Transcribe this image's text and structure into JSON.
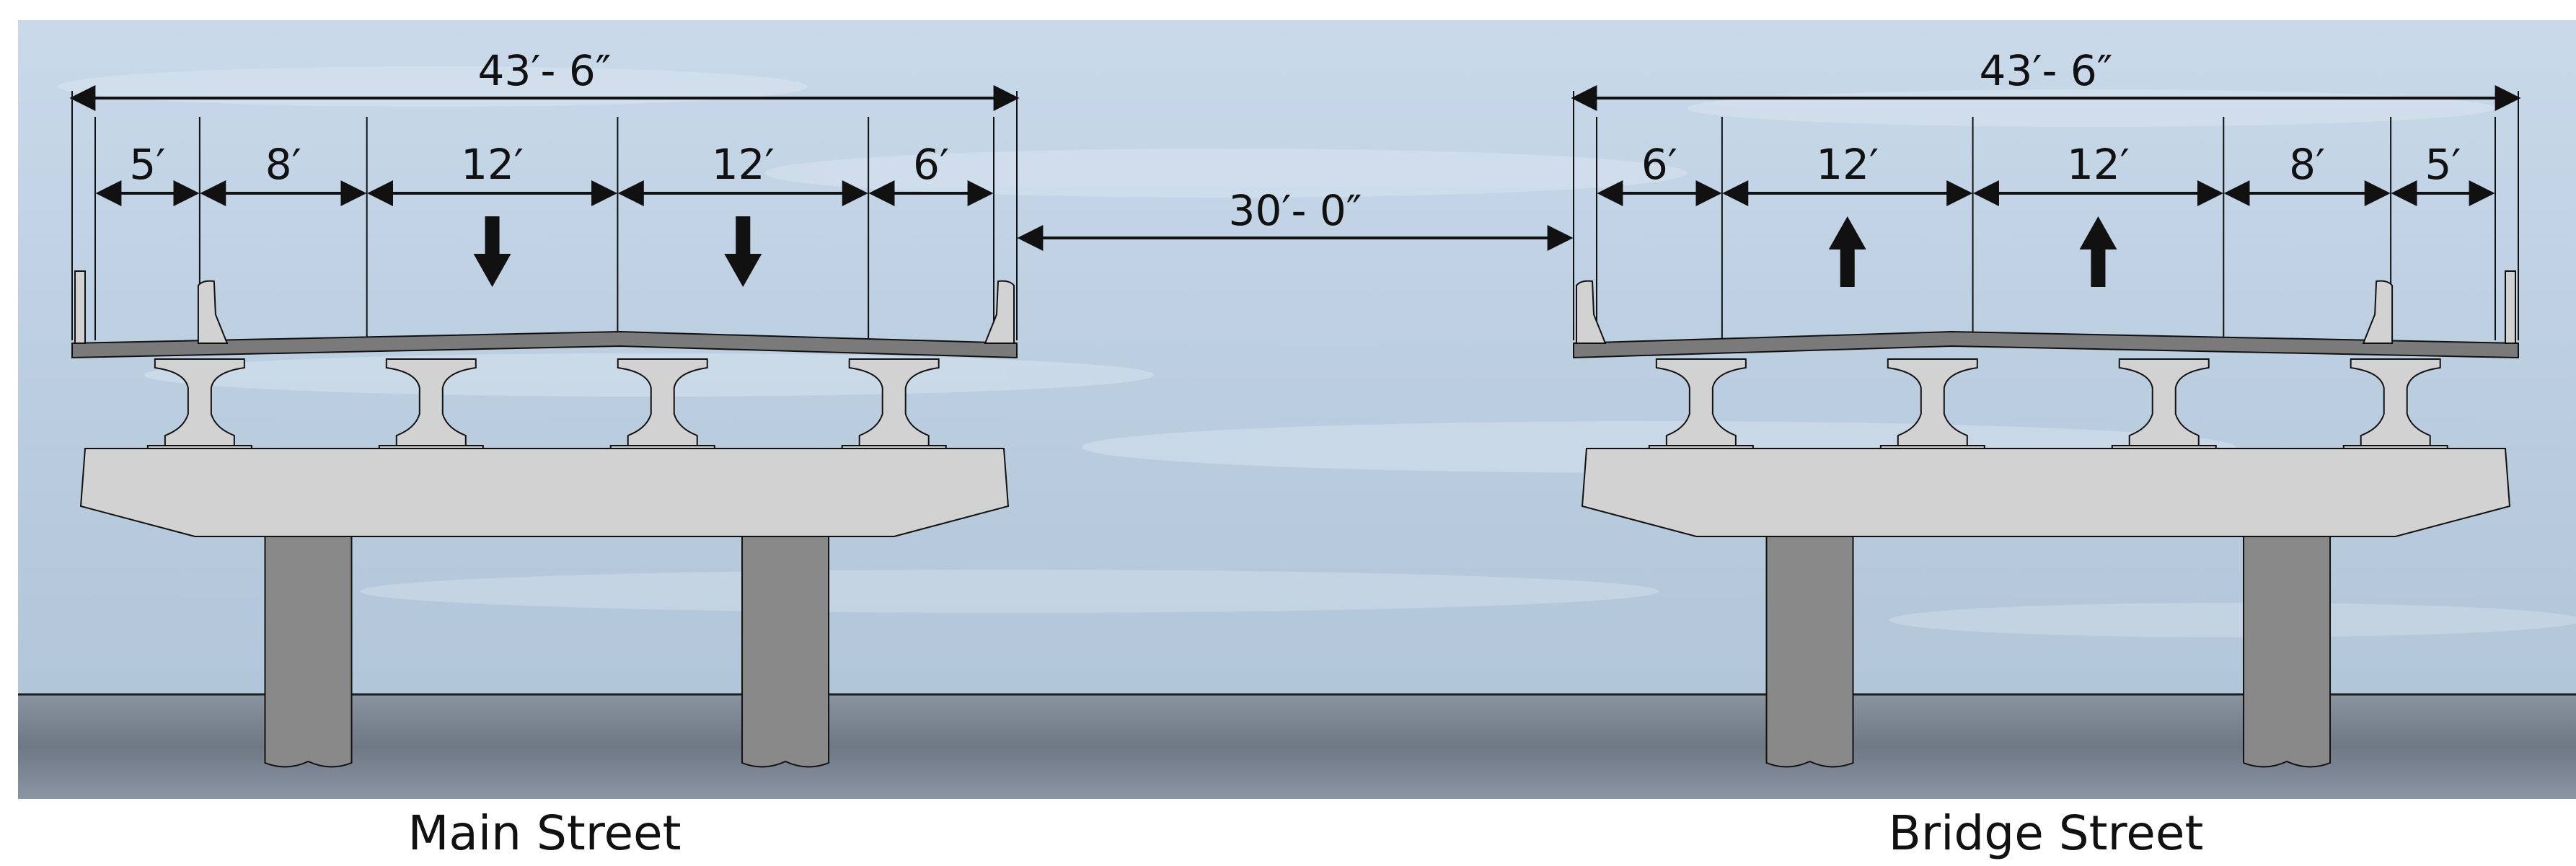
{
  "colors": {
    "sky_top": "#c4d5e6",
    "sky_bottom": "#b7cbdd",
    "water": "#7d8693",
    "concrete_light": "#d2d2d2",
    "deck_dark": "#7a7a7a",
    "column": "#898989",
    "ink": "#111111"
  },
  "center_gap": {
    "label": "30′- 0″",
    "value_ft": 30
  },
  "bridges": [
    {
      "id": "main",
      "name": "Main Street",
      "overall_label": "43′- 6″",
      "overall_ft": 43.5,
      "segments": [
        {
          "label": "5′",
          "ft": 5
        },
        {
          "label": "8′",
          "ft": 8
        },
        {
          "label": "12′",
          "ft": 12,
          "arrow": "down"
        },
        {
          "label": "12′",
          "ft": 12,
          "arrow": "down"
        },
        {
          "label": "6′",
          "ft": 6
        }
      ]
    },
    {
      "id": "bridge",
      "name": "Bridge Street",
      "overall_label": "43′- 6″",
      "overall_ft": 43.5,
      "segments": [
        {
          "label": "6′",
          "ft": 6
        },
        {
          "label": "12′",
          "ft": 12,
          "arrow": "up"
        },
        {
          "label": "12′",
          "ft": 12,
          "arrow": "up"
        },
        {
          "label": "8′",
          "ft": 8
        },
        {
          "label": "5′",
          "ft": 5
        }
      ]
    }
  ]
}
